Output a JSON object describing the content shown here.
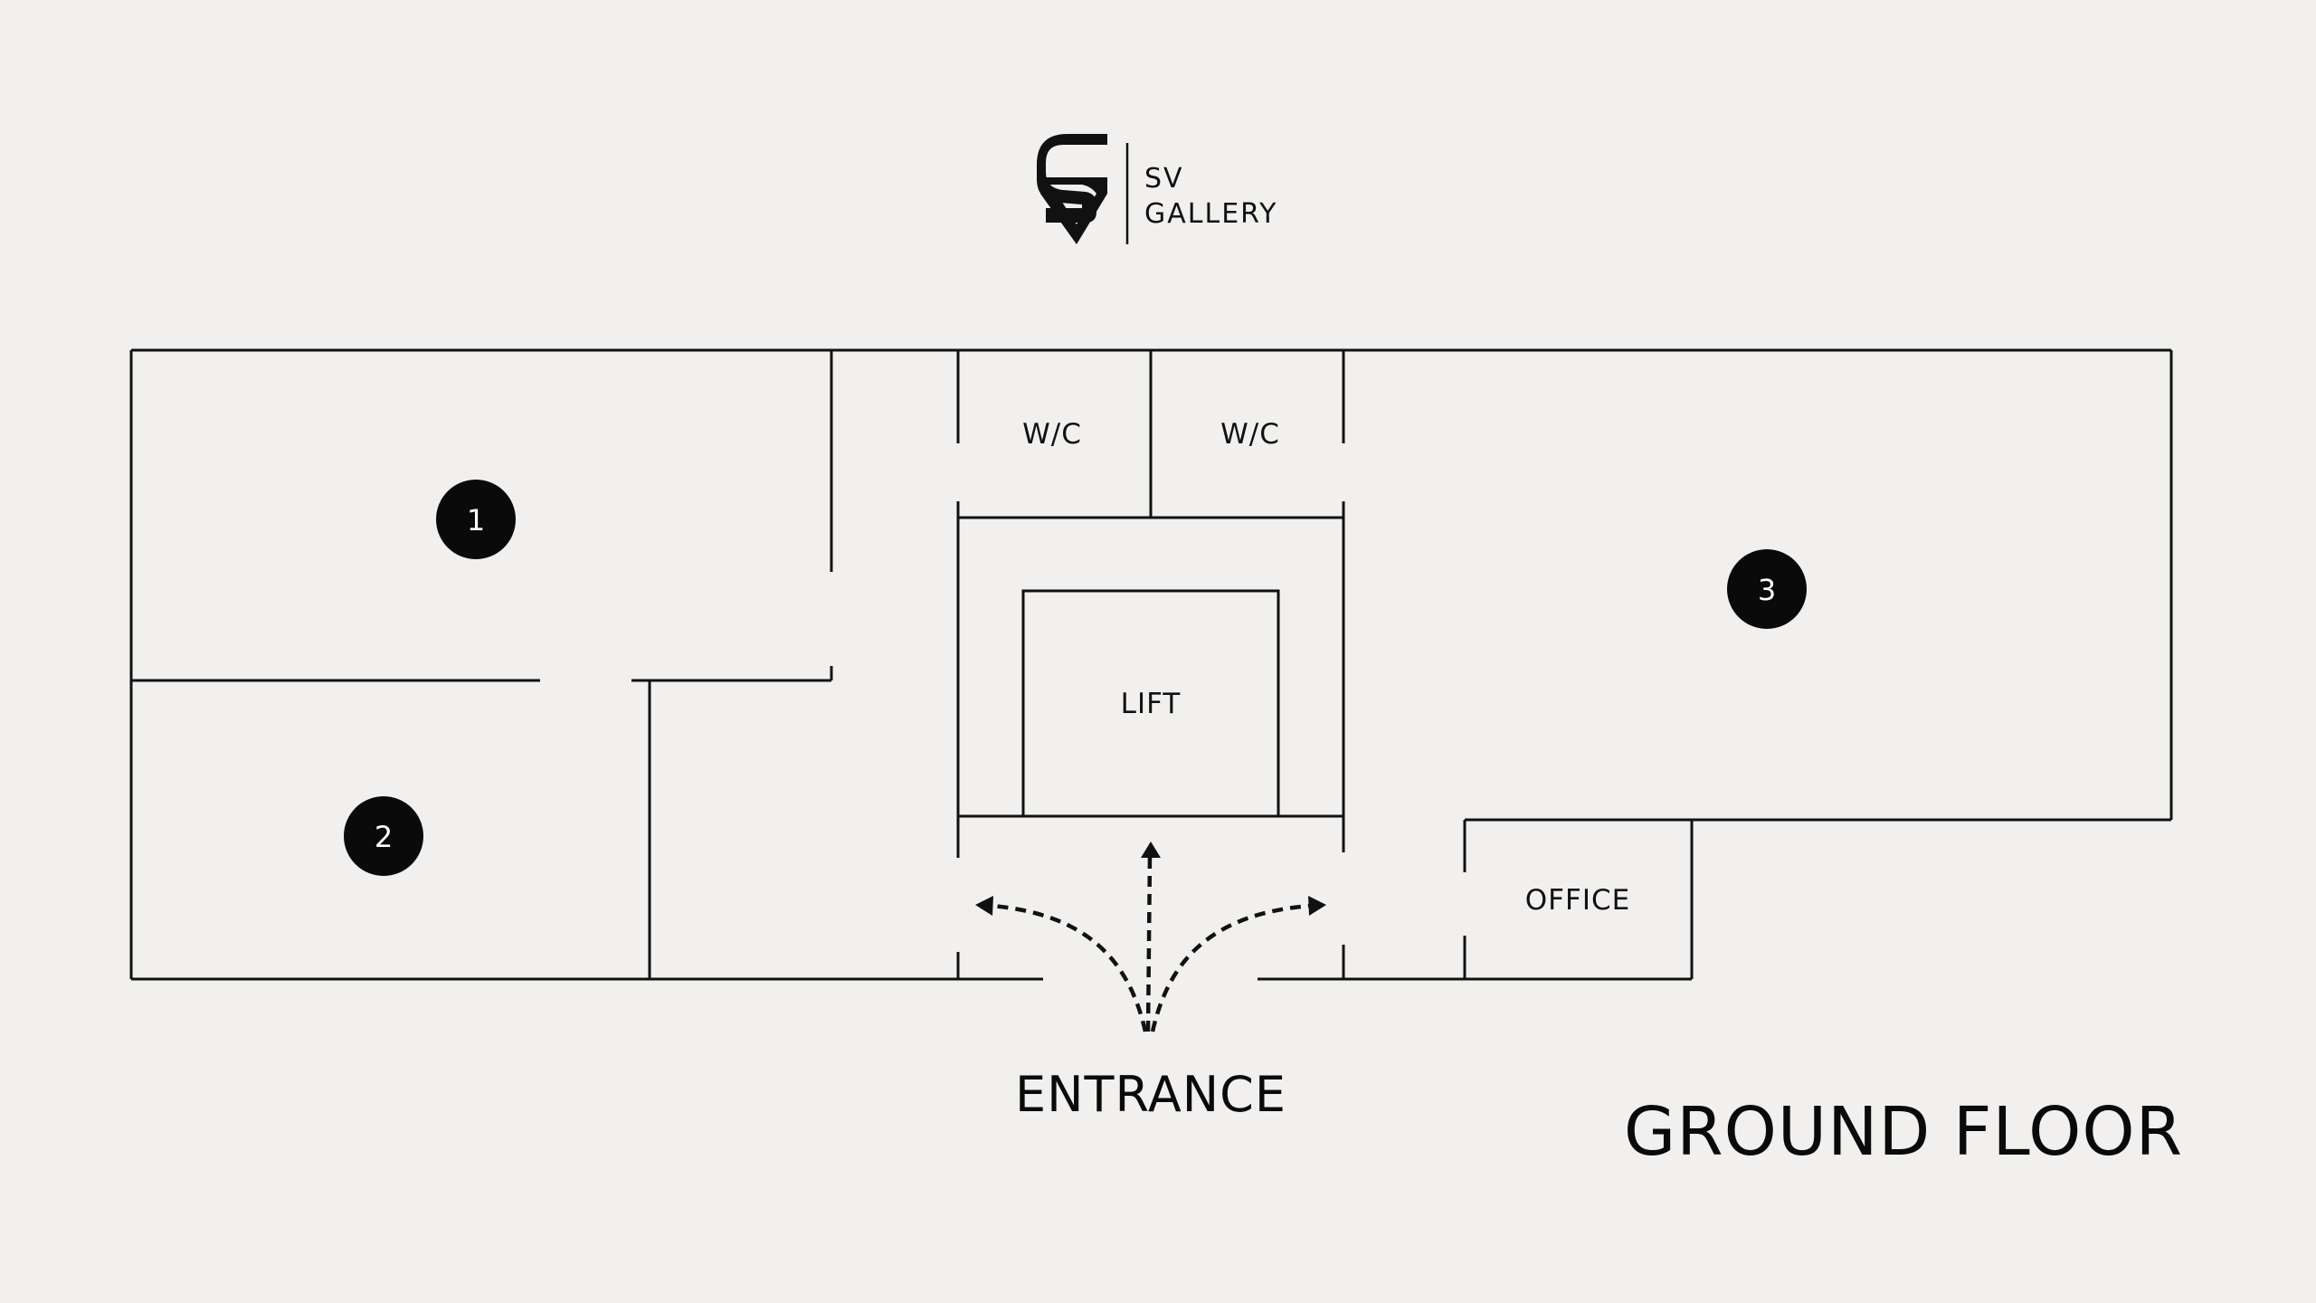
{
  "logo": {
    "line1": "SV",
    "line2": "GALLERY"
  },
  "rooms": {
    "wc_left": "W/C",
    "wc_right": "W/C",
    "lift": "LIFT",
    "office": "OFFICE"
  },
  "markers": {
    "room1": "1",
    "room2": "2",
    "room3": "3"
  },
  "entrance_label": "ENTRANCE",
  "floor_title": "GROUND FLOOR",
  "colors": {
    "background": "#f1f0ee",
    "ink": "#0a0a0a",
    "marker_text": "#ffffff"
  }
}
